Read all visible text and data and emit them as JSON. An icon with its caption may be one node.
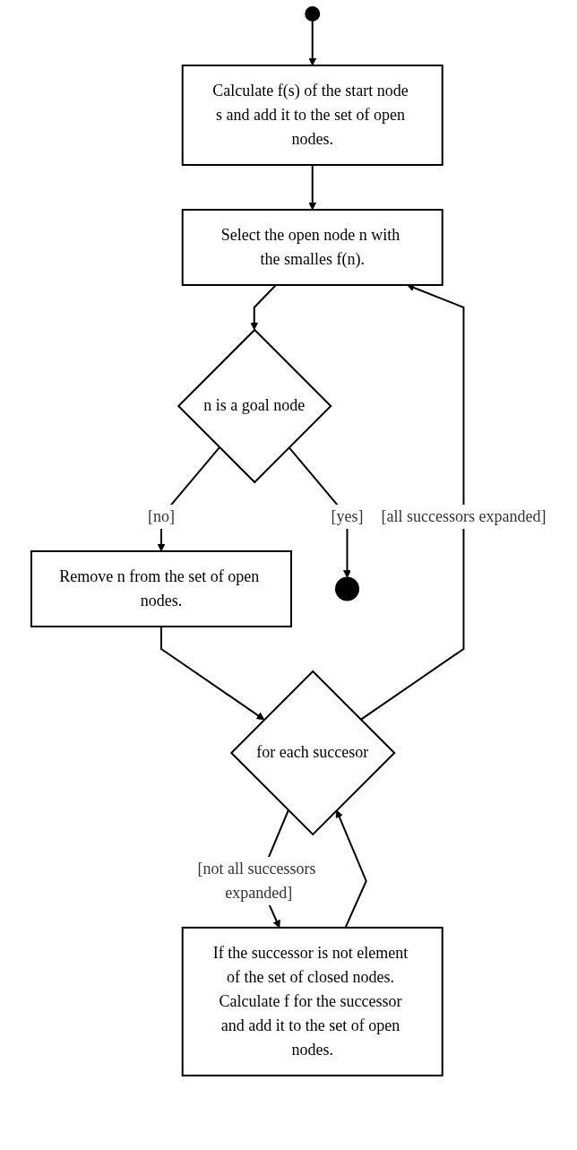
{
  "diagram": {
    "nodes": [
      {
        "text": [],
        "shape": "circle"
      },
      {
        "text": [
          "Calculate f(s) of the start node s and add it to the set of open nodes."
        ]
      },
      {
        "text": [
          "Select the open node n with the smalles f(n)."
        ]
      },
      {
        "text": [
          "n is a goal node"
        ]
      },
      {
        "text": [
          "Remove n from the set of open nodes."
        ]
      },
      {
        "text": [
          "for each succesor"
        ]
      },
      {
        "text": [
          "If the successor is not element of the set of closed nodes. Calculate f for the successor and add it to the set of open nodes."
        ]
      },
      {
        "text": [],
        "shape": "circle"
      }
    ],
    "edges": [
      {
        "from": 0,
        "to": 1,
        "arrow": "to"
      },
      {
        "from": 1,
        "to": 2,
        "arrow": "to"
      },
      {
        "from": 2,
        "to": 3,
        "arrow": "to"
      },
      {
        "from": 3,
        "to": 7,
        "label": "[yes]",
        "arrow": "to"
      },
      {
        "from": 3,
        "to": 4,
        "label": "[no]",
        "arrow": "to"
      },
      {
        "from": 4,
        "to": 5,
        "arrow": "to"
      },
      {
        "from": 5,
        "to": 2,
        "label": "[all successors expanded]",
        "arrow": "to"
      },
      {
        "from": 5,
        "to": 6,
        "label": "[not all successors expanded]",
        "arrow": "to"
      },
      {
        "from": 6,
        "to": 5,
        "arrow": "to"
      }
    ]
  }
}
